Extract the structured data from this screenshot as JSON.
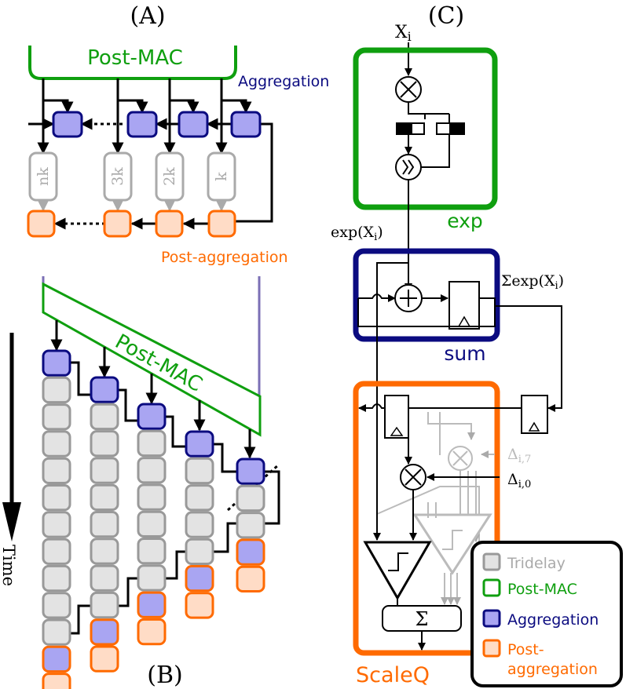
{
  "panels": {
    "a": "(A)",
    "b": "(B)",
    "c": "(C)"
  },
  "panel_a": {
    "post_mac": "Post-MAC",
    "aggregation": "Aggregation",
    "post_aggregation": "Post-aggregation",
    "delays": [
      "nk",
      "3k",
      "2k",
      "k"
    ]
  },
  "panel_b": {
    "post_mac": "Post-MAC",
    "time": "Time"
  },
  "panel_c": {
    "input": "X",
    "input_sub": "i",
    "exp_label": "exp",
    "exp_out": "exp(X",
    "exp_out_sub": "i",
    "exp_out_close": ")",
    "sum_label": "sum",
    "sum_out": "Σexp(X",
    "sum_out_sub": "i",
    "sum_out_close": ")",
    "delta_sym": "Δ",
    "delta7_sub": "i,7",
    "delta0_sub": "i,0",
    "sigma": "Σ",
    "scaleq_label": "ScaleQ"
  },
  "legend": {
    "items": [
      {
        "label": "Tridelay",
        "color": "#999999",
        "fill": "#e3e3e3"
      },
      {
        "label": "Post-MAC",
        "color": "#0f9f0f",
        "fill": "#ffffff"
      },
      {
        "label": "Aggregation",
        "color": "#0b0b80",
        "fill": "#a9a5f2"
      },
      {
        "label": "Post-",
        "label2": "aggregation",
        "color": "#ff6a00",
        "fill": "#ffdcc6"
      }
    ]
  },
  "colors": {
    "green": "#0f9f0f",
    "navy": "#0b0b80",
    "orange": "#ff6a00",
    "blue_fill": "#a9a5f2",
    "orange_fill": "#ffdcc6",
    "gray": "#999999",
    "gray_fill": "#e3e3e3",
    "purple": "#7b6fb5"
  }
}
